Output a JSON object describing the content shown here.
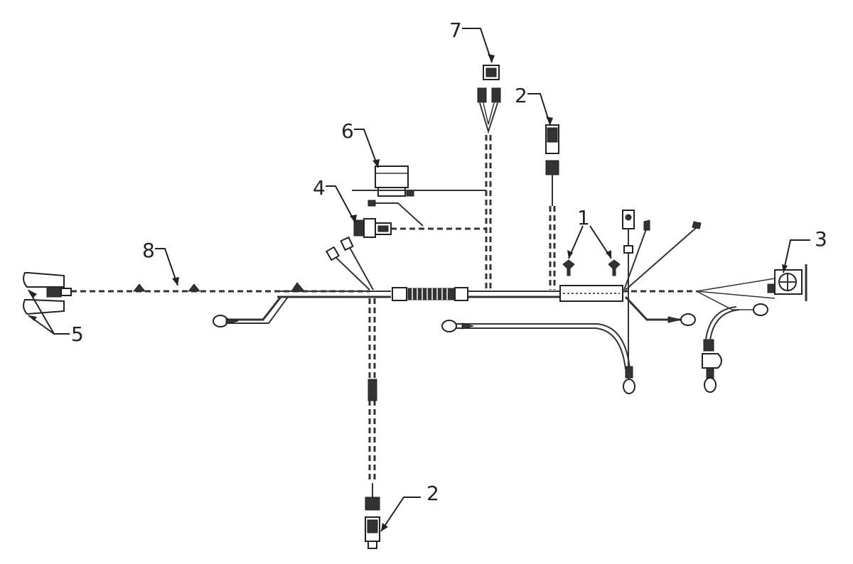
{
  "callouts": {
    "c1": "1",
    "c2a": "2",
    "c2b": "2",
    "c3": "3",
    "c4": "4",
    "c5": "5",
    "c6": "6",
    "c7": "7",
    "c8": "8"
  },
  "colors": {
    "line": "#333333",
    "background": "#ffffff"
  }
}
